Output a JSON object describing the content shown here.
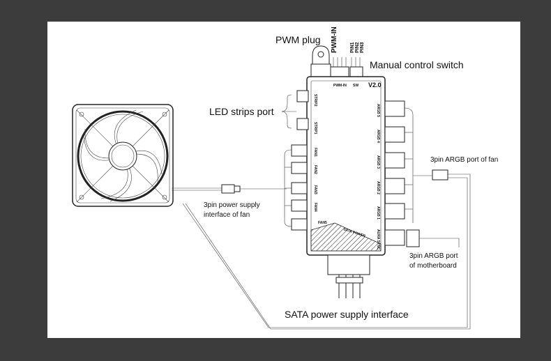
{
  "labels": {
    "pwm_plug": "PWM plug",
    "pwm_in": "PWM-IN",
    "pins": [
      "PIN1",
      "PIN2",
      "PIN3"
    ],
    "manual_switch": "Manual control switch",
    "led_strips_port": "LED strips port",
    "fan_power_interface": [
      "3pin power supply",
      "interface of fan"
    ],
    "argb_fan_port": "3pin ARGB port of fan",
    "argb_mb_port": [
      "3pin ARGB port",
      "of motherboard"
    ],
    "sata_interface": "SATA power supply interface"
  },
  "board": {
    "version": "V2.0",
    "pwm_in": "PWM-IN",
    "sw": "SW",
    "strips": [
      "STRIP2",
      "STRIP1"
    ],
    "fans": [
      "FAN1",
      "FAN2",
      "FAN3",
      "FAN4",
      "FAN5"
    ],
    "argb": [
      "ARGB 5",
      "ARGB 4",
      "ARGB 3",
      "ARGB 2",
      "ARGB 1"
    ],
    "aura_sync": "AURA SYNC",
    "sata_power": "SATA POWER"
  },
  "colors": {
    "background": "#3c3c3c",
    "canvas": "#ffffff",
    "ink": "#222222"
  }
}
